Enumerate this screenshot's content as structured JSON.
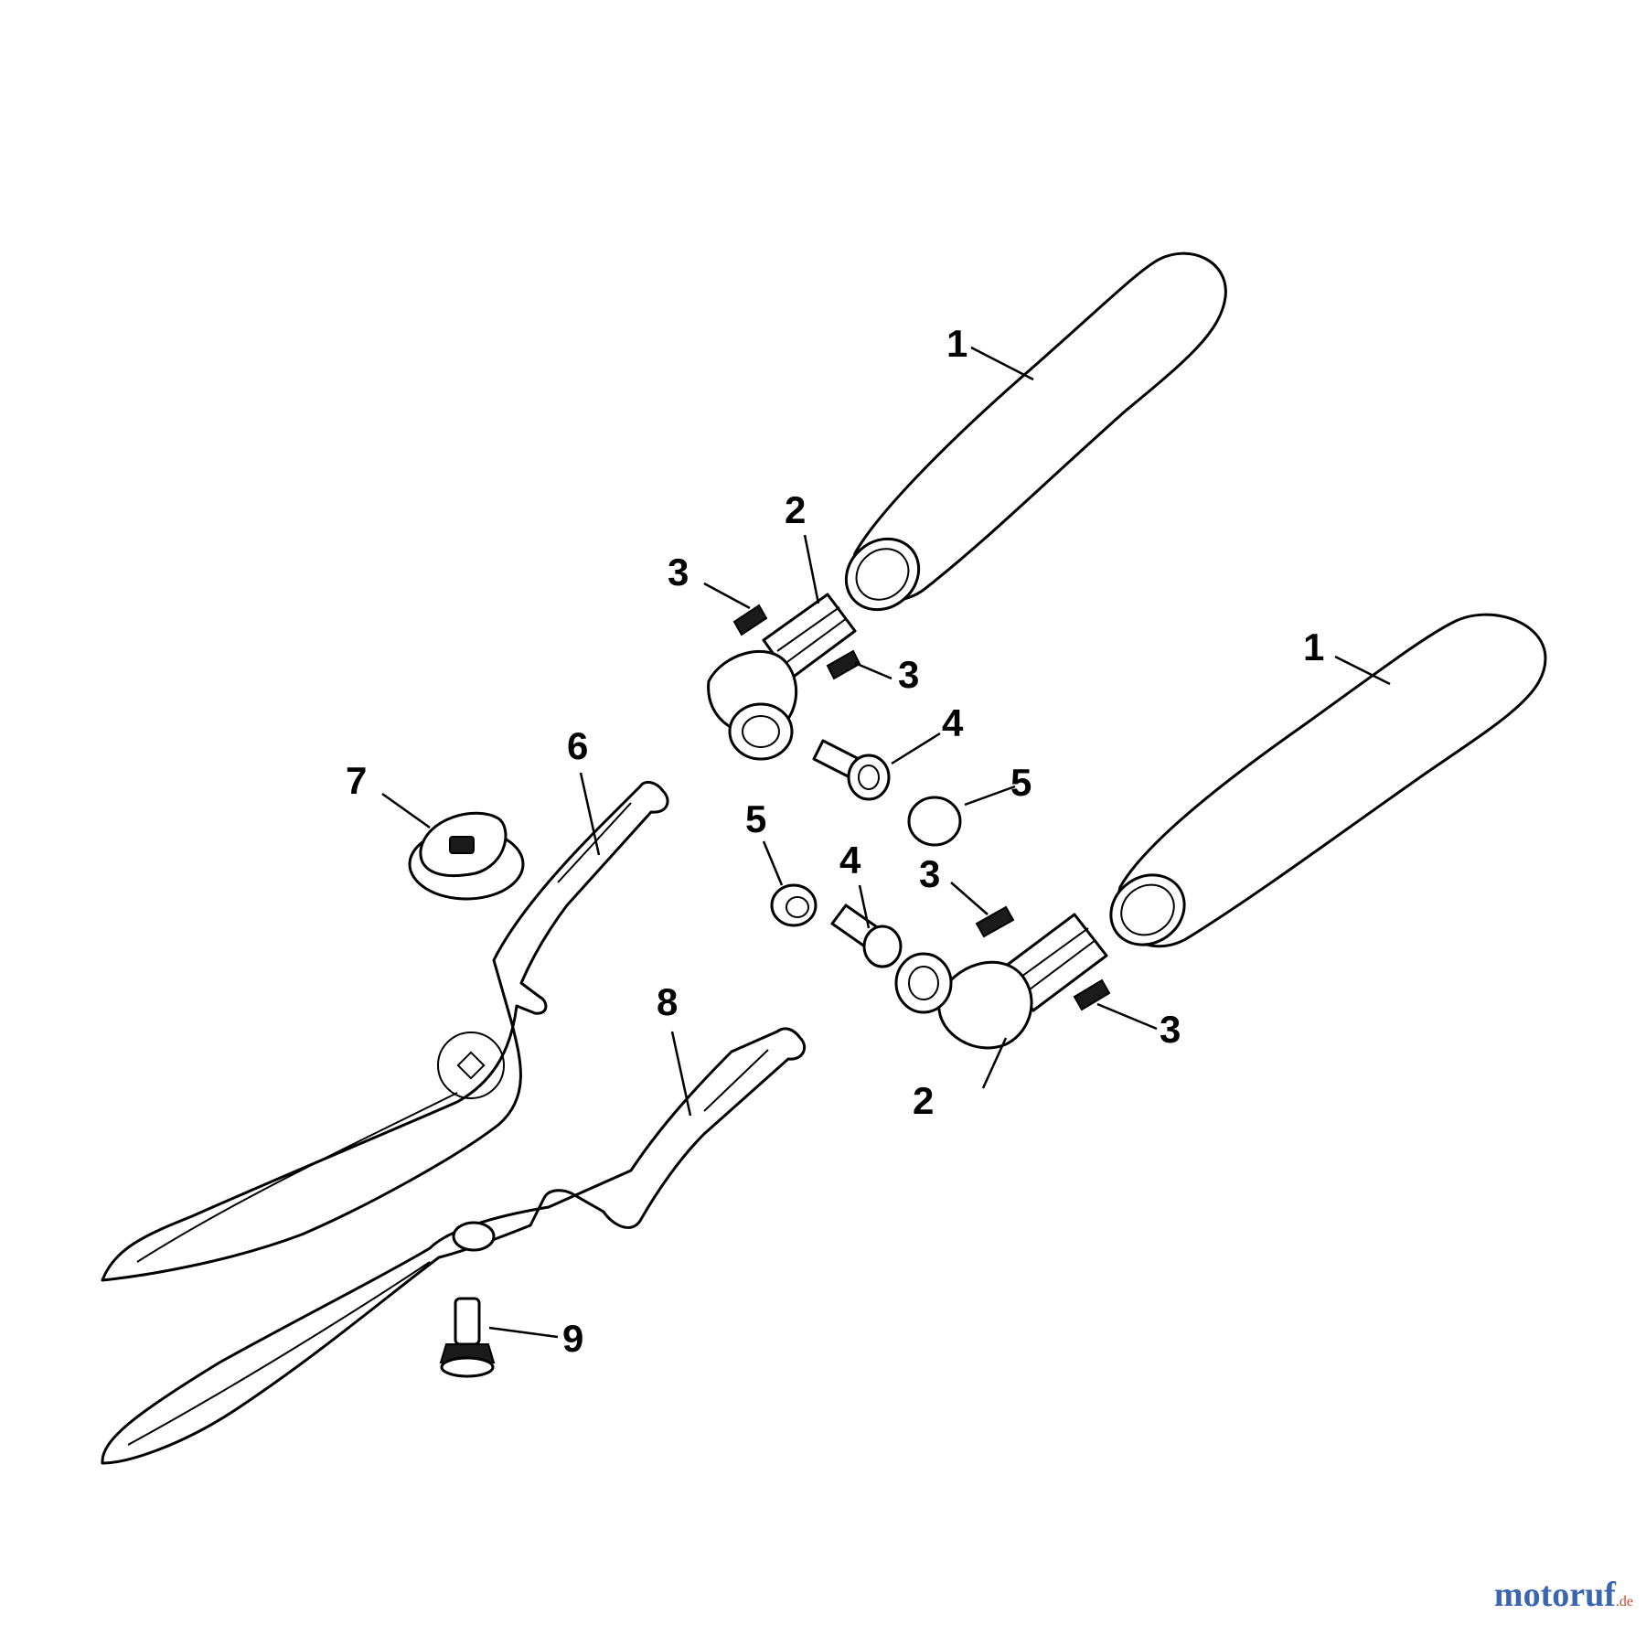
{
  "callouts": {
    "c1a": "1",
    "c1b": "1",
    "c2a": "2",
    "c2b": "2",
    "c3a": "3",
    "c3b": "3",
    "c3c": "3",
    "c3d": "3",
    "c4a": "4",
    "c4b": "4",
    "c5a": "5",
    "c5b": "5",
    "c6": "6",
    "c7": "7",
    "c8": "8",
    "c9": "9"
  },
  "watermark": {
    "main": "motoruf",
    "tld": ".de"
  }
}
